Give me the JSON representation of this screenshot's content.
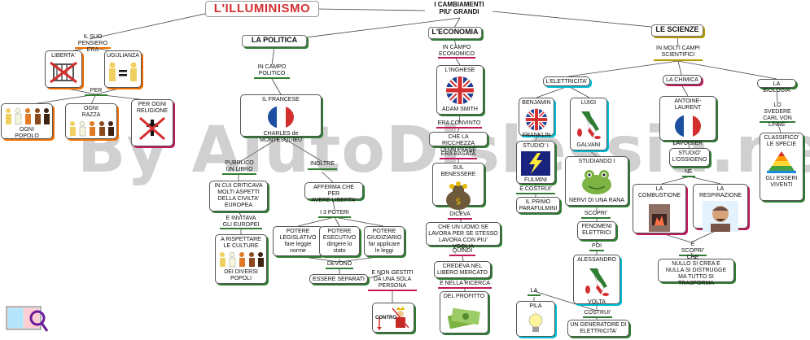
{
  "watermark": "By AiutoDislessia.net",
  "title": "L'ILLUMINISMO",
  "center": "I CAMBIAMENTI\nPIU' GRANDI",
  "left": {
    "pensiero": "IL SUO\nPENSIERO ERA",
    "liberta": "LIBERTA'",
    "uguaglianza": "UGULIANZA",
    "per": "PER",
    "ogni_popolo": "OGNI\nPOPOLO",
    "ogni_razza": "OGNI\nRAZZA",
    "per_ogni_religione": "PER OGNI\nRELIGIONE"
  },
  "politica": {
    "header": "LA POLITICA",
    "in_campo": "IN CAMPO\nPOLITICO",
    "il_francese": "IL FRANCESE",
    "charles": "CHARLES de MONTESQUIEU",
    "pubblico": "PUBBLICO\nUN LIBRO",
    "inoltre": "INOLTRE",
    "critica": "IN CUI CRITICAVA\nMOLTI ASPETTI\nDELLA CIVILTA'\nEUROPEA",
    "afferma": "AFFERMA CHE PER\nAVERE LIBERTA'",
    "invitava": "E INVITAVA\nGLI EUROPEI",
    "rispettare": "A RISPETTARE\nLE CULTURE",
    "diversi": "DEI DIVERSI\nPOPOLI",
    "tre_poteri": "I 3 POTERI",
    "legislativo": "POTERE\nLEGISLATIVO\nfare leggie\nnorme",
    "esecutivo": "POTERE\nESECUTIVO\ndirigere lo\nstato",
    "giudiziario": "POTERE\nGIUDIZIARIO\nfar applicare\nle leggi",
    "devono": "DEVONO",
    "separati": "ESSERE SEPARATI",
    "non_gestiti": "E NON GESTITI\nDA UNA SOLA\nPERSONA",
    "contro": "CONTRO"
  },
  "economia": {
    "header": "L'ECONOMIA",
    "in_campo": "IN CAMPO\nECONOMICO",
    "inglese": "L'INGHESE",
    "adam": "ADAM SMITH",
    "convinto": "ERA CONVINTO",
    "ricchezza": "CHE LA RICCHEZZA\nDI UN PAESE",
    "basata": "ERA BASATA",
    "benessere": "SUL BENESSERE",
    "diceva": "DICEVA",
    "lavorava": "CHE UN UOMO SE\nLAVORA PER SE STESSO\nLAVORA CON PIU' VOGLIA",
    "quindi": "QUINDI",
    "credeva": "CREDEVA NEL\nLIBERO MERCATO",
    "ricerca": "E NELLA RICERCA",
    "profitto": "DEL PROFITTO"
  },
  "scienze": {
    "header": "LE SCIENZE",
    "in_molti": "IN MOLTI CAMPI\nSCIENTIFICI",
    "elettricita": "L'ELETTRICITA'",
    "chimica": "LA CHIMICA",
    "biologia": "LA BIOLOGIA",
    "benjamin": "BENJAMIN",
    "franklin": "FRANKLIN",
    "luigi": "LUIGI",
    "galvani": "GALVANI",
    "studio": "STUDIO' I",
    "fulmini": "FULMINI",
    "costrui": "E COSTRUI'",
    "parafulmini": "IL PRIMO\nPARAFULMINI",
    "studiando": "STUDIANDO I",
    "nervi": "NERVI DI UNA RANA",
    "scopri": "SCOPRI'",
    "fenomeni": "FENOMENI\nELETTRICI",
    "poi": "POI",
    "alessandro": "ALESSANDRO",
    "volta": "VOLTA",
    "la": "LA",
    "pila": "PILA",
    "costrui2": "COSTRUI'",
    "generatore": "UN GENERATORE DI\nELETTRICITA'",
    "antoine": "ANTOINE-LAURENT",
    "lavoisier": "LAVOISIER",
    "ossigeno": "STUDIO'\nL'OSSIGENO",
    "ne": "NE",
    "combustione": "LA COMBUSTIONE",
    "respirazione": "LA RESPIRAZIONE",
    "scopri2": "E SCOPRI'\nCHE",
    "nulla": "NULLO SI CREA E\nNULLA SI DISTRUGGE\nMA TUTTO SI TRASFORMA",
    "svedere": "LO SVEDERE\nCARL VON\nLINNE'",
    "classifico": "CLASSIFICO' LE SPECIE",
    "viventi": "GLI ESSERI\nVIVENTI"
  }
}
